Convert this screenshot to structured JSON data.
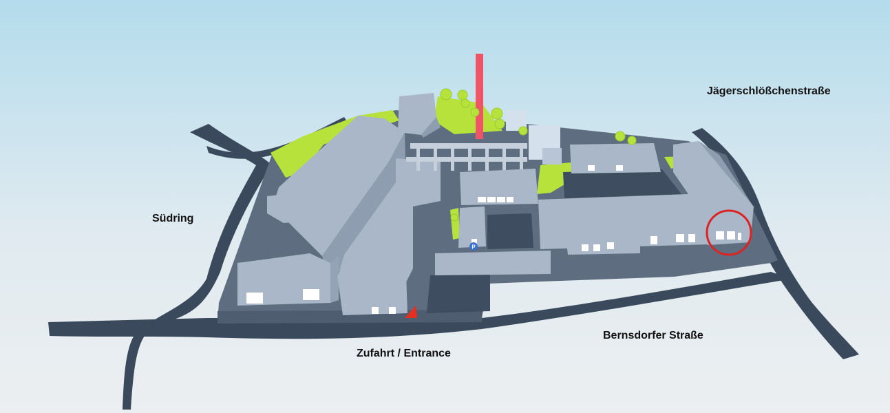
{
  "streets": {
    "jaegerschloesschenstrasse": "Jägerschlößchenstraße",
    "suedring": "Südring",
    "bernsdorfer_strasse": "Bernsdorfer Straße",
    "entrance": "Zufahrt / Entrance"
  },
  "markers": {
    "parking_symbol": "P",
    "entrance_marker": "triangle-icon",
    "highlight": "circle-icon"
  },
  "colors": {
    "road": "#3a4a5c",
    "building": "#a9b7c9",
    "building_shade": "#8f9db0",
    "ground": "#5f6d80",
    "courtyard": "#3e4d60",
    "green": "#b6e23b",
    "chimney": "#ef5566",
    "highlight": "#dd2222",
    "parking": "#3b6fd0"
  }
}
